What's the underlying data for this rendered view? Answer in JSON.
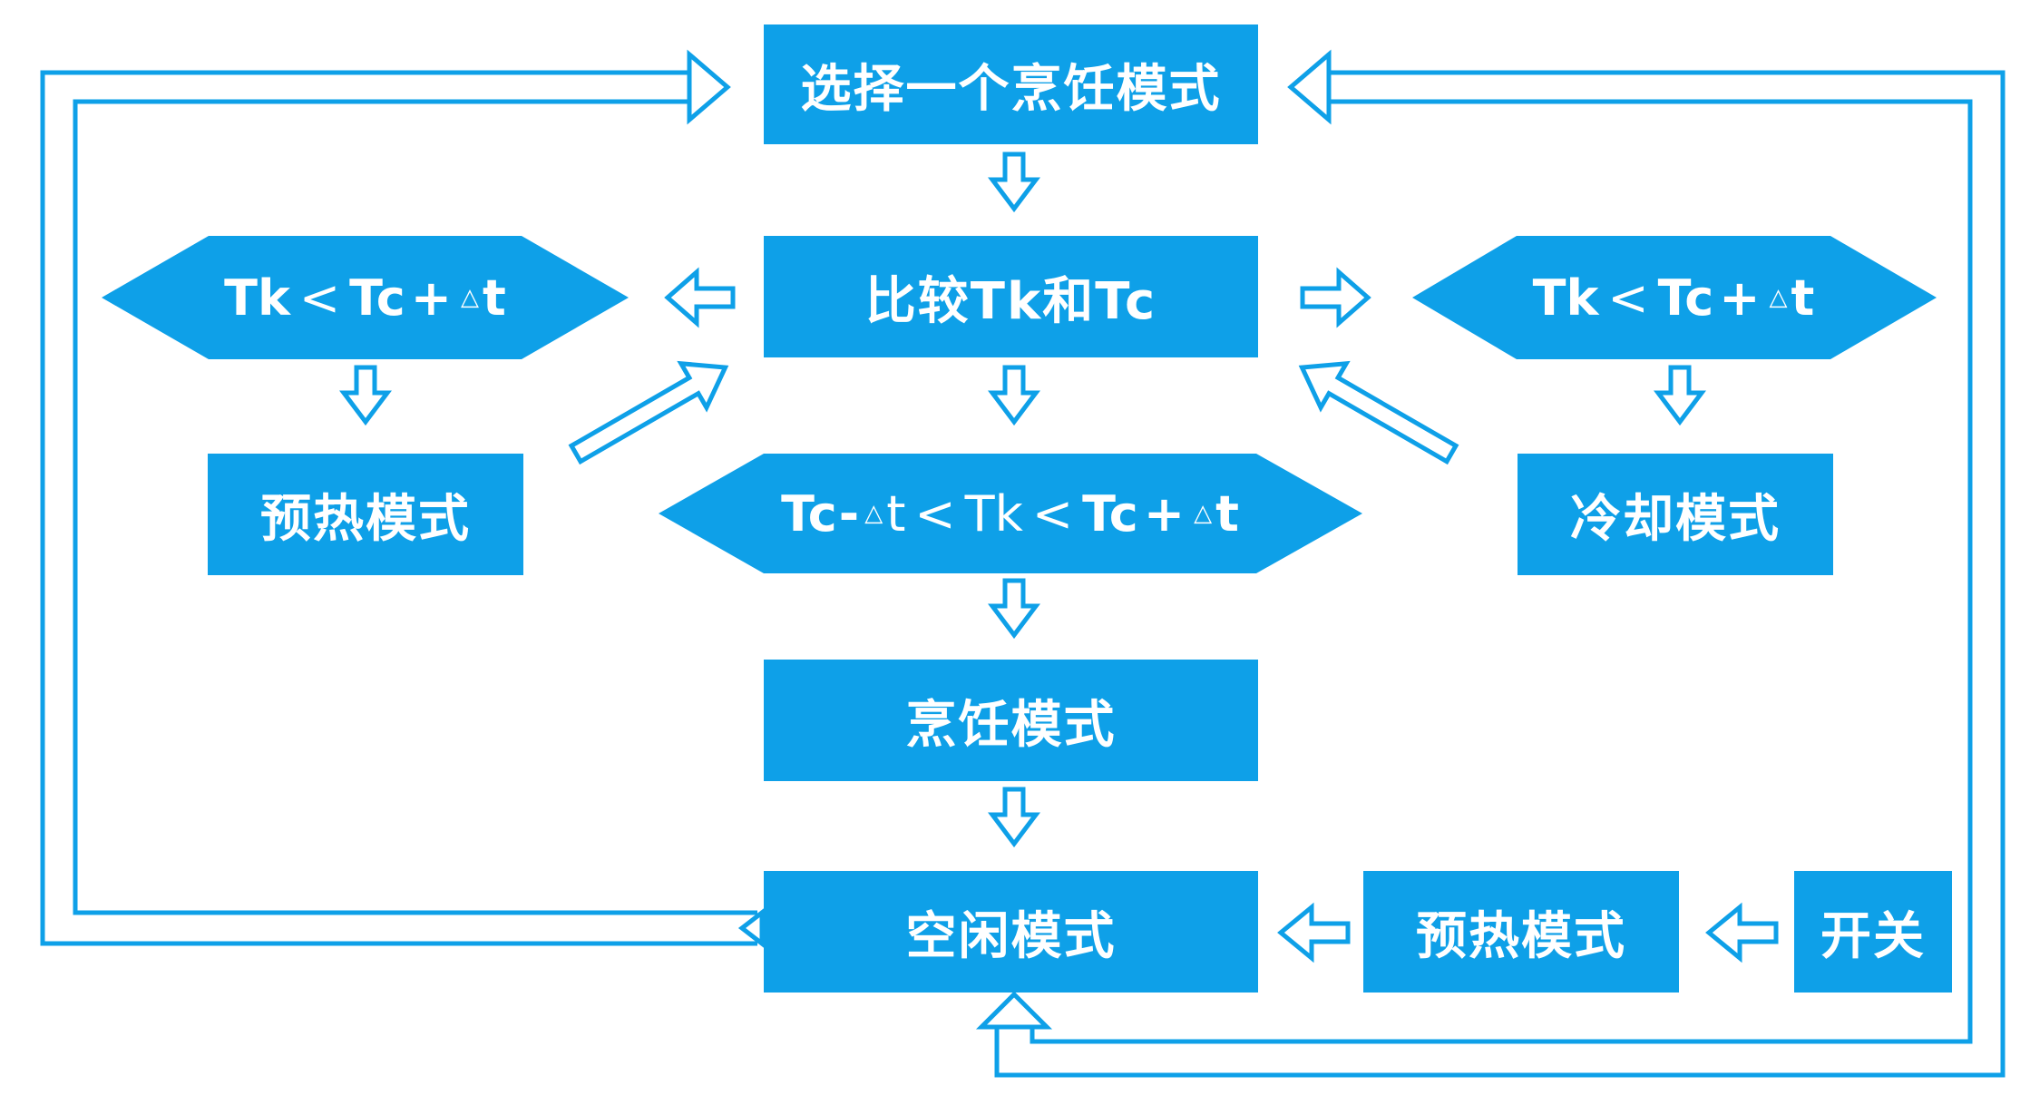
{
  "colors": {
    "primary": "#0ea0e8",
    "background": "#ffffff",
    "text": "#ffffff"
  },
  "boxes": {
    "select_mode": "选择一个烹饪模式",
    "compare": "比较Tk和Tc",
    "preheat_left": "预热模式",
    "cooling": "冷却模式",
    "cooking": "烹饪模式",
    "idle": "空闲模式",
    "preheat_bottom": "预热模式",
    "switch": "开关"
  },
  "conditions": {
    "left": {
      "a": "Tk",
      "lt": "<",
      "b": "Tc",
      "plus": "+",
      "delta": "△",
      "t": "t"
    },
    "right": {
      "a": "Tk",
      "lt": "<",
      "b": "Tc",
      "plus": "+",
      "delta": "△",
      "t": "t"
    },
    "center": {
      "a": "Tc",
      "minus": "-",
      "delta1": "△",
      "t1": "t",
      "lt1": "<",
      "b": "Tk",
      "lt2": "<",
      "c": "Tc",
      "plus": "+",
      "delta2": "△",
      "t2": "t"
    }
  }
}
